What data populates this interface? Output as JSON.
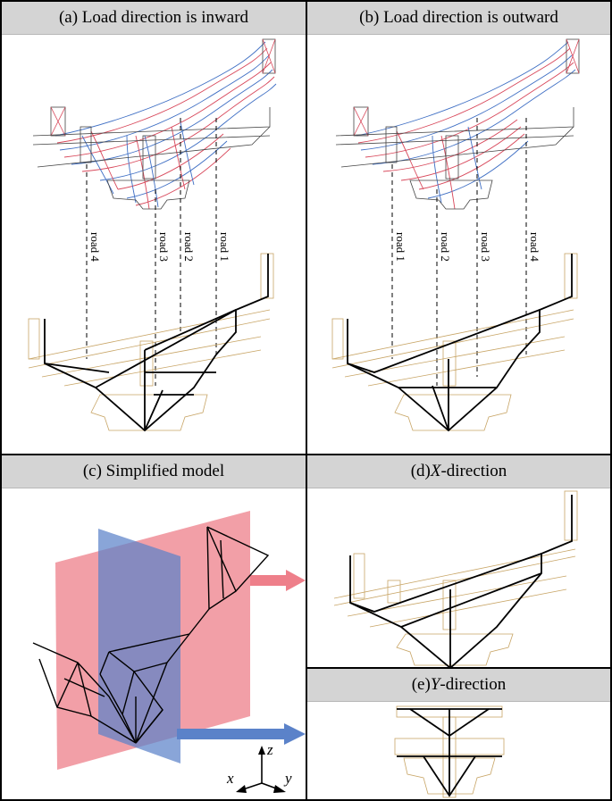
{
  "panels": {
    "a": {
      "title": "(a) Load direction is inward",
      "roads": [
        "road 4",
        "road 3",
        "road 2",
        "road 1"
      ]
    },
    "b": {
      "title": "(b) Load direction is outward",
      "roads": [
        "road 1",
        "road 2",
        "road 3",
        "road 4"
      ]
    },
    "c": {
      "title": "(c) Simplified model",
      "axes": {
        "x": "x",
        "y": "y",
        "z": "z"
      }
    },
    "d": {
      "prefix": "(d) ",
      "axis": "X",
      "suffix": "-direction"
    },
    "e": {
      "prefix": "(e) ",
      "axis": "Y",
      "suffix": "-direction"
    }
  },
  "colors": {
    "header_bg": "#d4d4d4",
    "tan_outline": "#c8a566",
    "red_flow": "#d8475a",
    "blue_flow": "#3f6fc4",
    "red_plane": "#ee7f8a",
    "blue_plane": "#5b82c9",
    "frame": "#000000"
  }
}
